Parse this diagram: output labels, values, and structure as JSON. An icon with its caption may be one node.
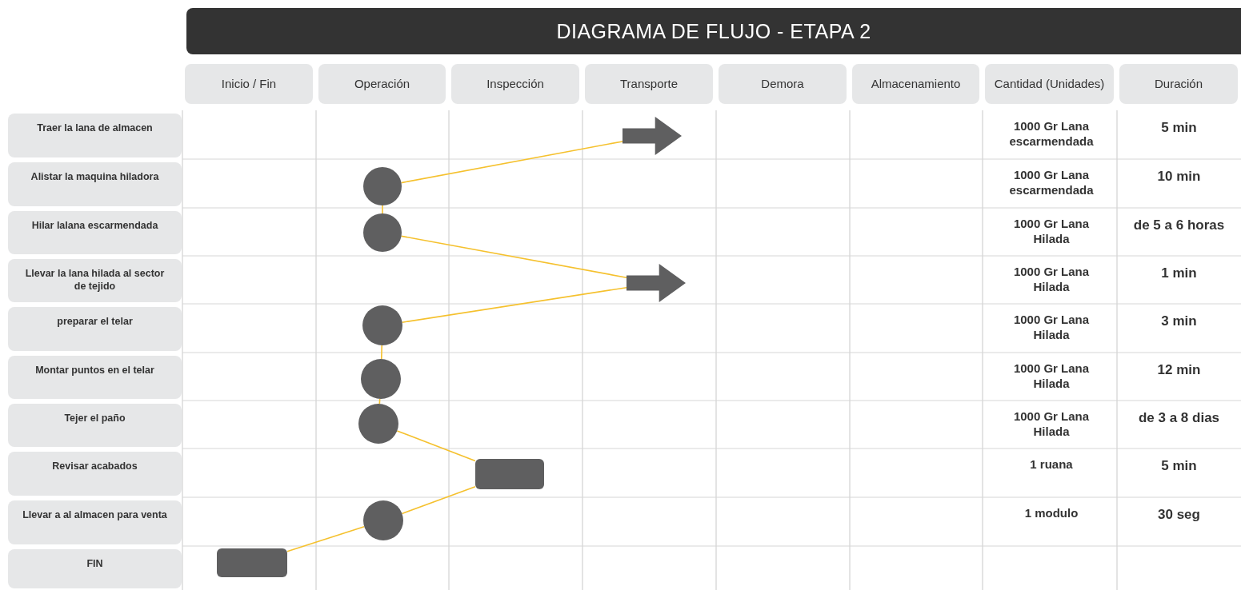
{
  "diagram": {
    "title": "DIAGRAMA DE FLUJO - ETAPA 2",
    "nodes": [
      {
        "text": [],
        "shape": "arrow"
      },
      {
        "text": [],
        "shape": "circle"
      },
      {
        "text": [],
        "shape": "circle"
      },
      {
        "text": [],
        "shape": "arrow"
      },
      {
        "text": [],
        "shape": "circle"
      },
      {
        "text": [],
        "shape": "circle"
      },
      {
        "text": [],
        "shape": "circle"
      },
      {
        "text": [],
        "shape": "box"
      },
      {
        "text": [],
        "shape": "circle"
      },
      {
        "text": [],
        "shape": "box"
      }
    ],
    "edges": [
      {
        "from": 0,
        "to": 1,
        "arrow": "none"
      },
      {
        "from": 1,
        "to": 2,
        "arrow": "none"
      },
      {
        "from": 2,
        "to": 3,
        "arrow": "none"
      },
      {
        "from": 3,
        "to": 4,
        "arrow": "none"
      },
      {
        "from": 4,
        "to": 5,
        "arrow": "none"
      },
      {
        "from": 5,
        "to": 6,
        "arrow": "none"
      },
      {
        "from": 6,
        "to": 7,
        "arrow": "none"
      },
      {
        "from": 7,
        "to": 8,
        "arrow": "none"
      },
      {
        "from": 8,
        "to": 9,
        "arrow": "none"
      }
    ],
    "labels": [
      "Inicio / Fin",
      "Operación",
      "Inspección",
      "Transporte",
      "Demora",
      "Almacenamiento",
      "Cantidad (Unidades)",
      "Duración",
      "Traer la lana de almacen",
      "1000 Gr Lana escarmendada",
      "5 min",
      "Alistar la maquina hiladora",
      "1000 Gr Lana escarmendada",
      "10 min",
      "Hilar lalana escarmendada",
      "1000 Gr Lana Hilada",
      "de 5 a 6 horas",
      "Llevar la lana hilada al sector de tejido",
      "1000 Gr Lana Hilada",
      "1 min",
      "preparar el telar",
      "1000 Gr Lana Hilada",
      "3 min",
      "Montar puntos en el telar",
      "1000 Gr Lana Hilada",
      "12 min",
      "Tejer el paño",
      "1000 Gr Lana Hilada",
      "de 3 a 8 dias",
      "Revisar acabados",
      "1 ruana",
      "5 min",
      "Llevar a al almacen para venta",
      "1 modulo",
      "30 seg",
      "FIN"
    ]
  }
}
